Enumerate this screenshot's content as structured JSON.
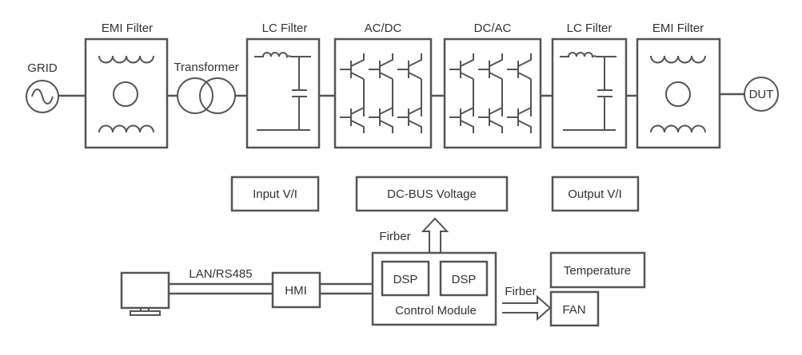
{
  "diagram": {
    "power_chain": [
      {
        "id": "grid",
        "label": "GRID",
        "type": "ac-source"
      },
      {
        "id": "emi-filter-in",
        "label": "EMI Filter",
        "type": "emi-filter"
      },
      {
        "id": "transformer",
        "label": "Transformer",
        "type": "transformer"
      },
      {
        "id": "lc-filter-in",
        "label": "LC Filter",
        "type": "lc-filter"
      },
      {
        "id": "ac-dc",
        "label": "AC/DC",
        "type": "igbt-bridge"
      },
      {
        "id": "dc-ac",
        "label": "DC/AC",
        "type": "igbt-bridge"
      },
      {
        "id": "lc-filter-out",
        "label": "LC Filter",
        "type": "lc-filter"
      },
      {
        "id": "emi-filter-out",
        "label": "EMI Filter",
        "type": "emi-filter"
      },
      {
        "id": "dut",
        "label": "DUT",
        "type": "load"
      }
    ],
    "measurements": [
      {
        "id": "input-vi",
        "label": "Input V/I"
      },
      {
        "id": "dc-bus-voltage",
        "label": "DC-BUS Voltage"
      },
      {
        "id": "output-vi",
        "label": "Output V/I"
      }
    ],
    "control": {
      "pc_link_label": "LAN/RS485",
      "hmi_label": "HMI",
      "control_module_label": "Control Module",
      "dsp_labels": [
        "DSP",
        "DSP"
      ],
      "fiber_up_label": "Firber",
      "fiber_right_label": "Firber",
      "temperature_label": "Temperature",
      "fan_label": "FAN"
    },
    "colors": {
      "stroke": "#555555",
      "text": "#333333",
      "background": "#ffffff"
    }
  }
}
